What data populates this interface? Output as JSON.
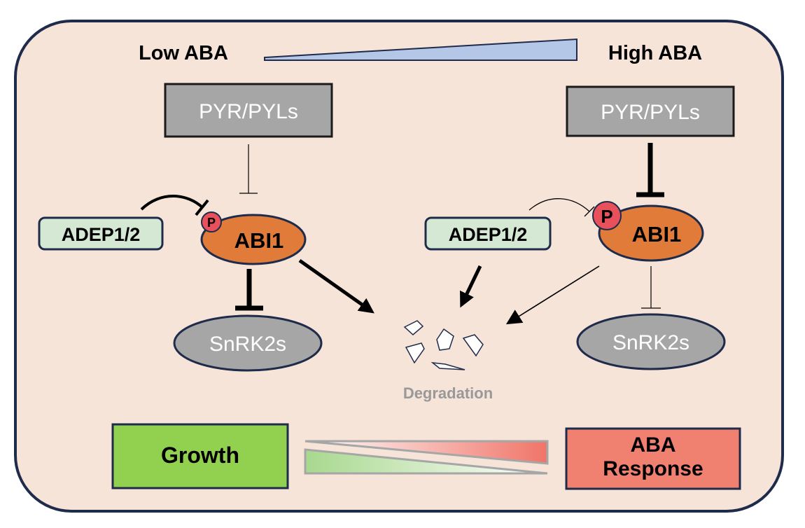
{
  "header": {
    "low_label": "Low ABA",
    "high_label": "High ABA"
  },
  "left_panel": {
    "receptor": "PYR/PYLs",
    "phosphatase": "ABI1",
    "phospho_mark": "P",
    "kinase": "SnRK2s",
    "compound": "ADEP1/2"
  },
  "right_panel": {
    "receptor": "PYR/PYLs",
    "phosphatase": "ABI1",
    "phospho_mark": "P",
    "kinase": "SnRK2s",
    "compound": "ADEP1/2"
  },
  "center": {
    "degradation_label": "Degradation"
  },
  "outcomes": {
    "growth_label": "Growth",
    "response_line1": "ABA",
    "response_line2": "Response"
  },
  "colors": {
    "background": "#f7e4d8",
    "border": "#1f2b4a",
    "receptor_fill": "#a6a6a6",
    "abi1_fill": "#e07b3a",
    "phospho_fill": "#e8505b",
    "snrk2_fill": "#a6a6a6",
    "adep_fill": "#d5e8d4",
    "growth_fill": "#92d050",
    "response_fill": "#f08070",
    "aba_wedge_fill": "#b4c7e7"
  }
}
